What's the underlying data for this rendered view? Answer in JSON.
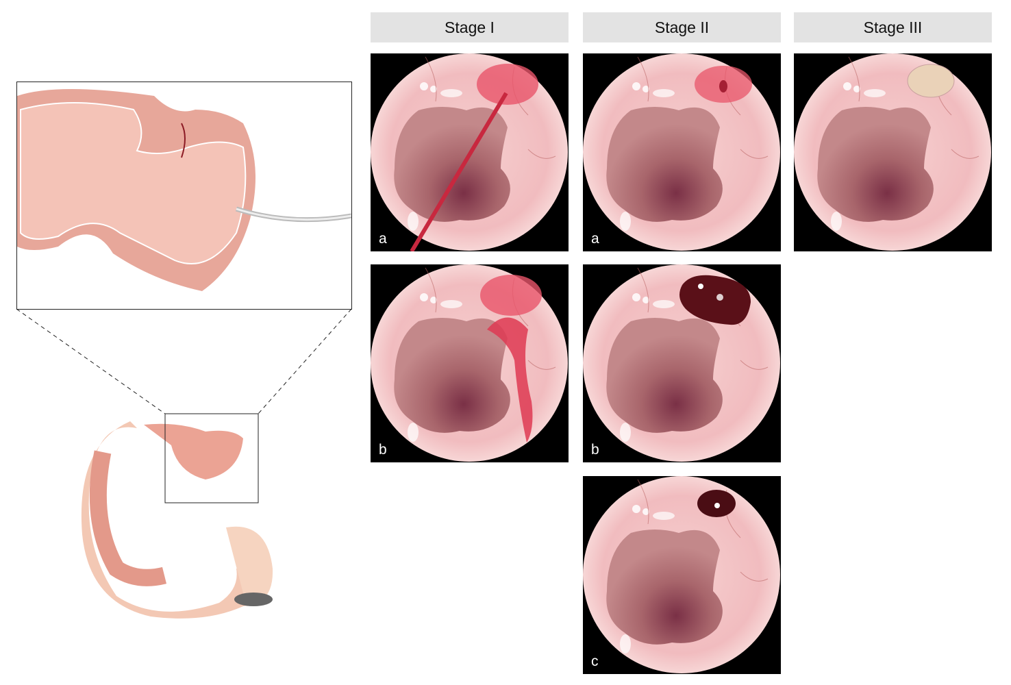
{
  "stages": [
    {
      "title": "Stage I",
      "panels": [
        {
          "label": "a",
          "lesion": "spurting"
        },
        {
          "label": "b",
          "lesion": "oozing"
        }
      ]
    },
    {
      "title": "Stage II",
      "panels": [
        {
          "label": "a",
          "lesion": "visible-vessel"
        },
        {
          "label": "b",
          "lesion": "clot"
        },
        {
          "label": "c",
          "lesion": "small-clot"
        }
      ]
    },
    {
      "title": "Stage III",
      "panels": [
        {
          "label": "",
          "lesion": "clean-base"
        }
      ]
    }
  ],
  "colors": {
    "header_bg": "#e3e3e3",
    "mucosa": "#f2c2c4",
    "lumen": "#b9787a",
    "blood": "#d8283f",
    "clot": "#5a1018"
  }
}
